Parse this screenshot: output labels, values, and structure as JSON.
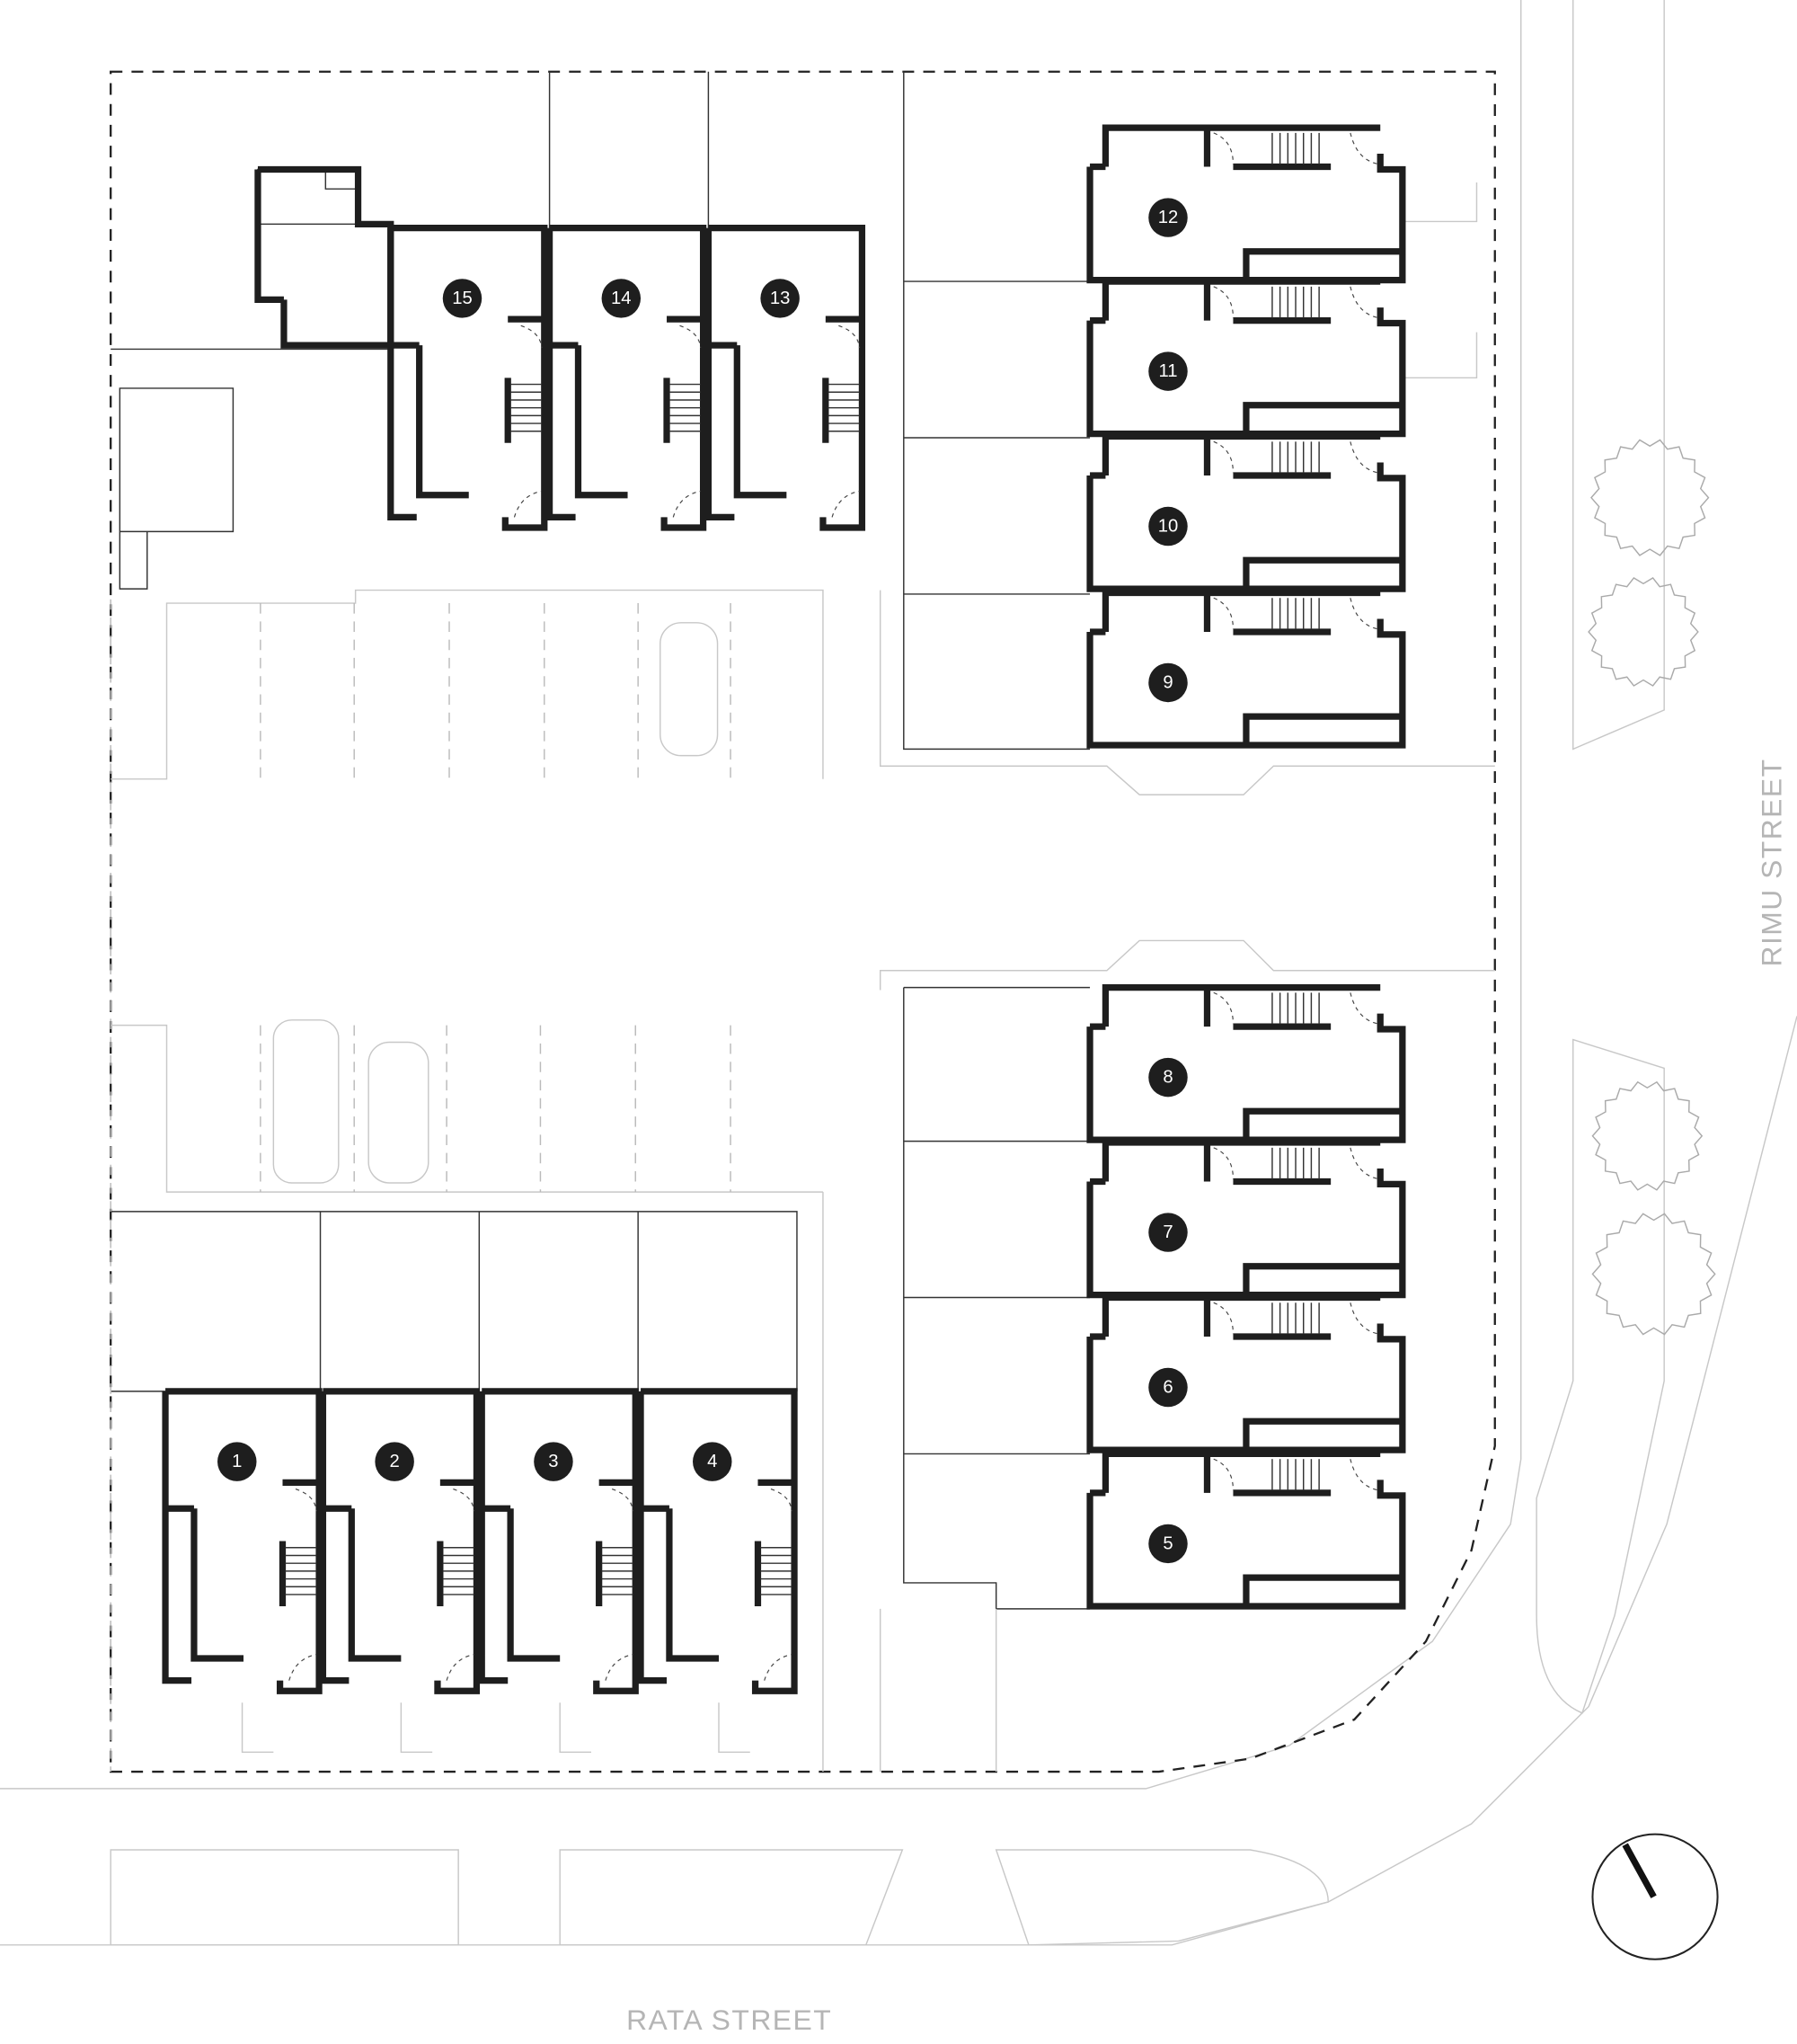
{
  "site_plan": {
    "streets": {
      "bottom": "RATA STREET",
      "right": "RIMU STREET"
    },
    "units": [
      {
        "label": "1"
      },
      {
        "label": "2"
      },
      {
        "label": "3"
      },
      {
        "label": "4"
      },
      {
        "label": "5"
      },
      {
        "label": "6"
      },
      {
        "label": "7"
      },
      {
        "label": "8"
      },
      {
        "label": "9"
      },
      {
        "label": "10"
      },
      {
        "label": "11"
      },
      {
        "label": "12"
      },
      {
        "label": "13"
      },
      {
        "label": "14"
      },
      {
        "label": "15"
      }
    ],
    "north_arrow_icon": "north-arrow-icon",
    "colors": {
      "wall": "#1e1e1e",
      "street_label": "#b5b5b5"
    }
  }
}
